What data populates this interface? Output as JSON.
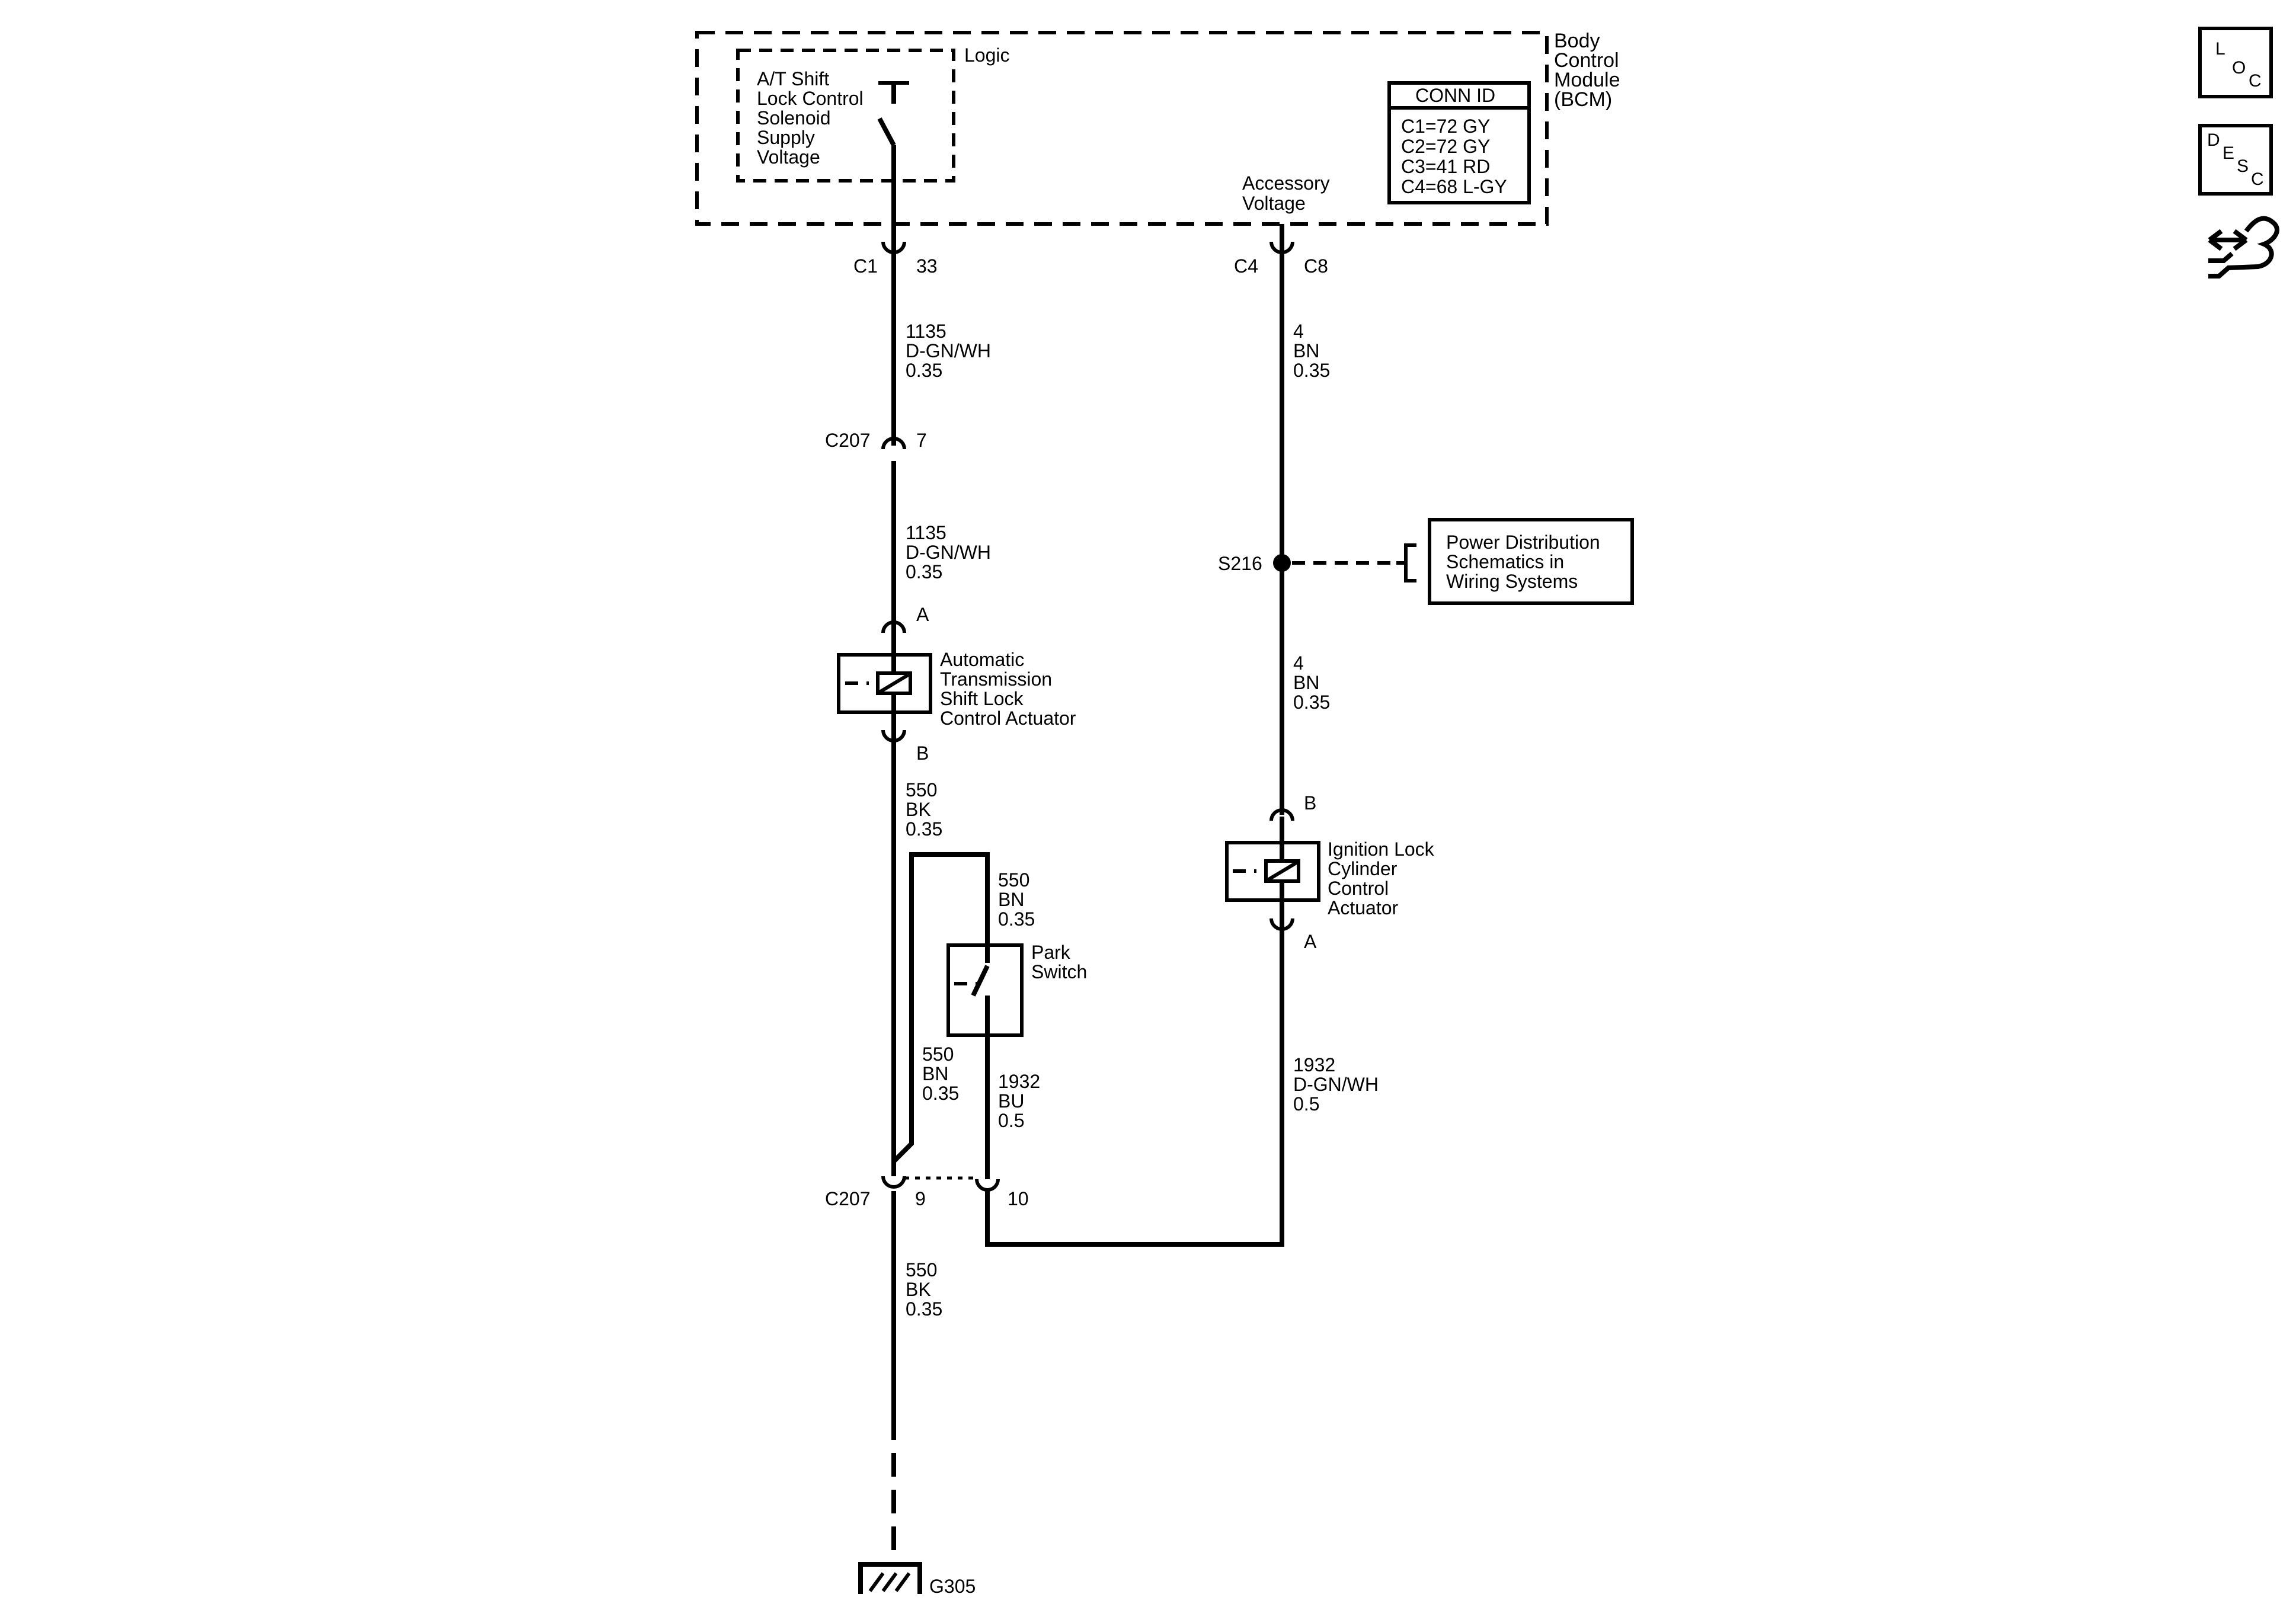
{
  "bcm": {
    "name": [
      "Body",
      "Control",
      "Module",
      "(BCM)"
    ],
    "logic_label": "Logic",
    "supply_label": [
      "A/T Shift",
      "Lock Control",
      "Solenoid",
      "Supply",
      "Voltage"
    ],
    "accessory_label": [
      "Accessory",
      "Voltage"
    ],
    "conn_id": {
      "title": "CONN ID",
      "rows": [
        "C1=72 GY",
        "C2=72 GY",
        "C3=41 RD",
        "C4=68 L-GY"
      ]
    }
  },
  "connectors": {
    "bcm_c1": "C1",
    "bcm_c1_pin": "33",
    "bcm_c4": "C4",
    "bcm_c8": "C8",
    "c207_top": "C207",
    "c207_top_pin": "7",
    "c207_bottom": "C207",
    "c207_bottom_pin9": "9",
    "c207_bottom_pin10": "10"
  },
  "wires": {
    "w1": [
      "1135",
      "D-GN/WH",
      "0.35"
    ],
    "w2": [
      "1135",
      "D-GN/WH",
      "0.35"
    ],
    "w3": [
      "550",
      "BK",
      "0.35"
    ],
    "w4": [
      "550",
      "BN",
      "0.35"
    ],
    "w5": [
      "550",
      "BN",
      "0.35"
    ],
    "w6": [
      "1932",
      "BU",
      "0.5"
    ],
    "w7": [
      "550",
      "BK",
      "0.35"
    ],
    "w8": [
      "4",
      "BN",
      "0.35"
    ],
    "w9": [
      "4",
      "BN",
      "0.35"
    ],
    "w10": [
      "1932",
      "D-GN/WH",
      "0.5"
    ]
  },
  "components": {
    "shift_lock_actuator": [
      "Automatic",
      "Transmission",
      "Shift Lock",
      "Control Actuator"
    ],
    "shift_lock_pin_a": "A",
    "shift_lock_pin_b": "B",
    "park_switch": [
      "Park",
      "Switch"
    ],
    "ignition_actuator": [
      "Ignition Lock",
      "Cylinder",
      "Control",
      "Actuator"
    ],
    "ignition_pin_b": "B",
    "ignition_pin_a": "A",
    "splice": "S216",
    "power_ref": [
      "Power Distribution",
      "Schematics in",
      "Wiring Systems"
    ],
    "ground": "G305"
  },
  "side_icons": {
    "loc": [
      "L",
      "O",
      "C"
    ],
    "desc": [
      "D",
      "E",
      "S",
      "C"
    ],
    "icon_names": [
      "loc-icon",
      "desc-icon",
      "harness-icon"
    ]
  }
}
